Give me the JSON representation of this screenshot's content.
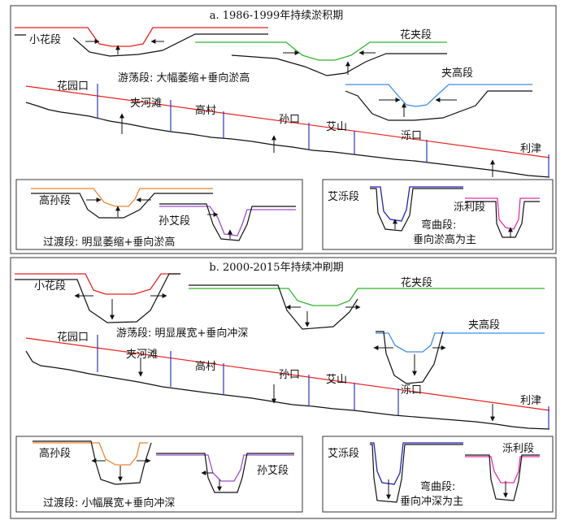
{
  "panels": {
    "a": {
      "title": "a. 1986-1999年持续淤积期",
      "top_labels": {
        "xiaohua": "小花段",
        "huajia": "花夹段",
        "jiagao": "夹高段",
        "wandering": "游荡段: 大幅萎缩+垂向淤高"
      },
      "stations": [
        "花园口",
        "夹河滩",
        "高村",
        "孙口",
        "艾山",
        "泺口",
        "利津"
      ],
      "transition": {
        "gaosun": "高孙段",
        "sunai": "孙艾段",
        "note": "过渡段: 明显萎缩+垂向淤高"
      },
      "meander": {
        "ailuo": "艾泺段",
        "luoli": "泺利段",
        "note1": "弯曲段:",
        "note2": "垂向淤高为主"
      }
    },
    "b": {
      "title": "b. 2000-2015年持续冲刷期",
      "top_labels": {
        "xiaohua": "小花段",
        "huajia": "花夹段",
        "jiagao": "夹高段",
        "wandering": "游荡段: 明显展宽+垂向冲深"
      },
      "stations": [
        "花园口",
        "夹河滩",
        "高村",
        "孙口",
        "艾山",
        "泺口",
        "利津"
      ],
      "transition": {
        "gaosun": "高孙段",
        "sunai": "孙艾段",
        "note": "过渡段: 小幅展宽+垂向冲深"
      },
      "meander": {
        "ailuo": "艾泺段",
        "luoli": "泺利段",
        "note1": "弯曲段:",
        "note2": "垂向冲深为主"
      }
    }
  },
  "colors": {
    "red": "#e8201a",
    "green": "#2fb52f",
    "blue": "#3d8ee8",
    "orange": "#f0852a",
    "purple": "#9b4fd0",
    "navy": "#2020b8",
    "magenta": "#e62ea8",
    "station_line": "#2a35c8",
    "black": "#111111"
  }
}
